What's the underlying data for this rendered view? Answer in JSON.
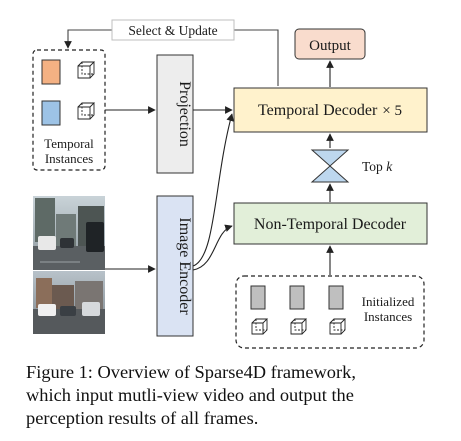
{
  "diagram": {
    "select_update": "Select & Update",
    "output": "Output",
    "temporal_decoder": "Temporal Decoder",
    "temporal_repeat": "× 5",
    "top_k_prefix": "Top ",
    "top_k_var": "k",
    "non_temporal_decoder": "Non-Temporal Decoder",
    "projection": "Projection",
    "image_encoder": "Image Encoder",
    "temporal_instances": [
      "Temporal",
      "Instances"
    ],
    "initialized_instances": [
      "Initialized",
      "Instances"
    ]
  },
  "colors": {
    "output_fill": "#f9dccd",
    "temporal_decoder_fill": "#fff2cc",
    "non_temporal_fill": "#e2efd9",
    "projection_fill": "#ededed",
    "image_encoder_fill": "#dae3f3",
    "hourglass_fill": "#bdd7ee",
    "orange_anchor": "#f4b183",
    "blue_anchor": "#9dc3e6",
    "gray_anchor": "#bfbfbf"
  },
  "caption": {
    "line1": "Figure 1:  Overview of Sparse4D framework,",
    "line2": "which input mutli-view video and output the",
    "line3": "perception results of all frames."
  }
}
